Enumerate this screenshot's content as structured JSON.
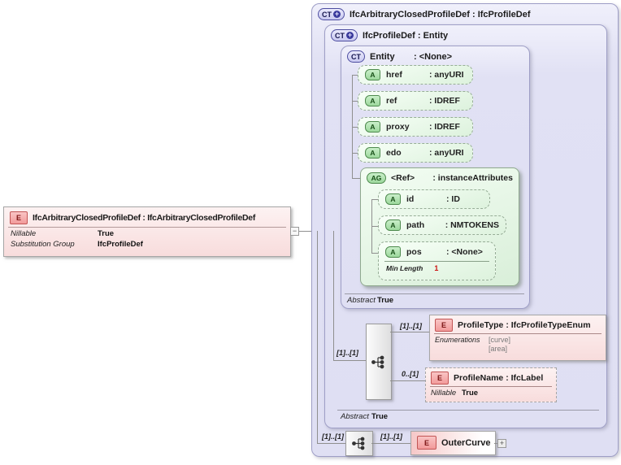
{
  "colors": {
    "lavender_fill": "#e1e1f4",
    "green_fill": "#ddf2dd",
    "pink_fill": "#f8dcdc",
    "facet_value_red": "#cc1111"
  },
  "badges": {
    "element": "E",
    "complex_type": "CT",
    "attribute": "A",
    "attribute_group": "AG",
    "plus": "+",
    "collapse": "−",
    "expand": "+"
  },
  "element_box": {
    "title": "IfcArbitraryClosedProfileDef : IfcArbitraryClosedProfileDef",
    "properties": [
      {
        "label": "Nillable",
        "value": "True"
      },
      {
        "label": "Substitution Group",
        "value": "IfcProfileDef"
      }
    ]
  },
  "outer_type": {
    "title": "IfcArbitraryClosedProfileDef : IfcProfileDef"
  },
  "profile_def_type": {
    "title": "IfcProfileDef : Entity",
    "abstract_label": "Abstract",
    "abstract_value": "True"
  },
  "entity_type": {
    "name": "Entity",
    "type": ": <None>",
    "abstract_label": "Abstract",
    "abstract_value": "True",
    "attributes": [
      {
        "name": "href",
        "type": ": anyURI"
      },
      {
        "name": "ref",
        "type": ": IDREF"
      },
      {
        "name": "proxy",
        "type": ": IDREF"
      },
      {
        "name": "edo",
        "type": ": anyURI"
      }
    ],
    "attribute_group": {
      "name": "<Ref>",
      "type": ": instanceAttributes",
      "attributes": [
        {
          "name": "id",
          "type": ": ID"
        },
        {
          "name": "path",
          "type": ": NMTOKENS"
        }
      ],
      "pos_attribute": {
        "name": "pos",
        "type": ": <None>",
        "facet_label": "Min Length",
        "facet_value": "1"
      }
    }
  },
  "sequence1": {
    "in_cardinality": "[1]..[1]",
    "top_cardinality": "[1]..[1]",
    "bottom_cardinality": "0..[1]"
  },
  "profile_type_box": {
    "title": "ProfileType : IfcProfileTypeEnum",
    "enum_label": "Enumerations",
    "enum_values": [
      "[curve]",
      "[area]"
    ]
  },
  "profile_name_box": {
    "title": "ProfileName : IfcLabel",
    "prop_label": "Nillable",
    "prop_value": "True"
  },
  "sequence2": {
    "in_cardinality": "[1]..[1]",
    "out_cardinality": "[1]..[1]"
  },
  "outer_curve_box": {
    "title": "OuterCurve"
  }
}
